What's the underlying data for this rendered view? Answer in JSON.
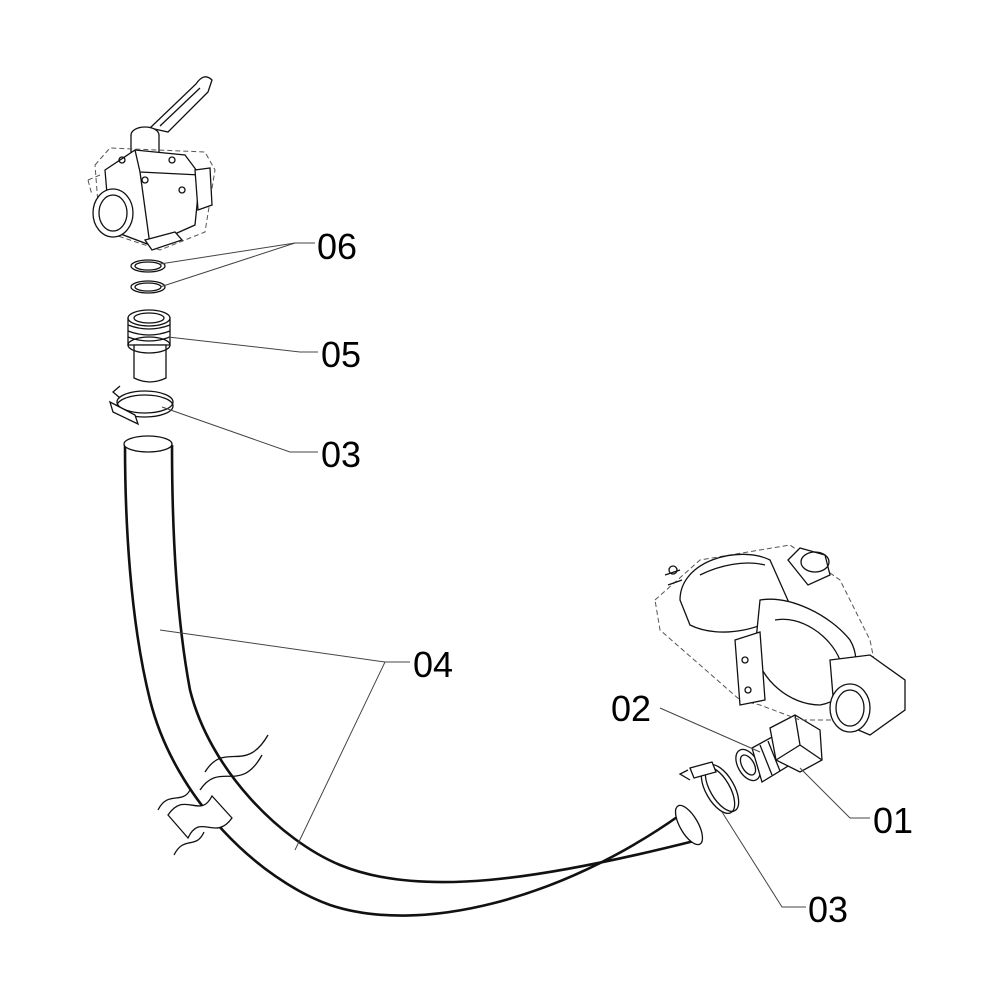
{
  "callouts": {
    "label_01": "01",
    "label_02": "02",
    "label_03_upper": "03",
    "label_03_lower": "03",
    "label_04": "04",
    "label_05": "05",
    "label_06": "06"
  },
  "icons": {
    "valve": "ball-valve-icon",
    "pump": "pump-icon"
  }
}
